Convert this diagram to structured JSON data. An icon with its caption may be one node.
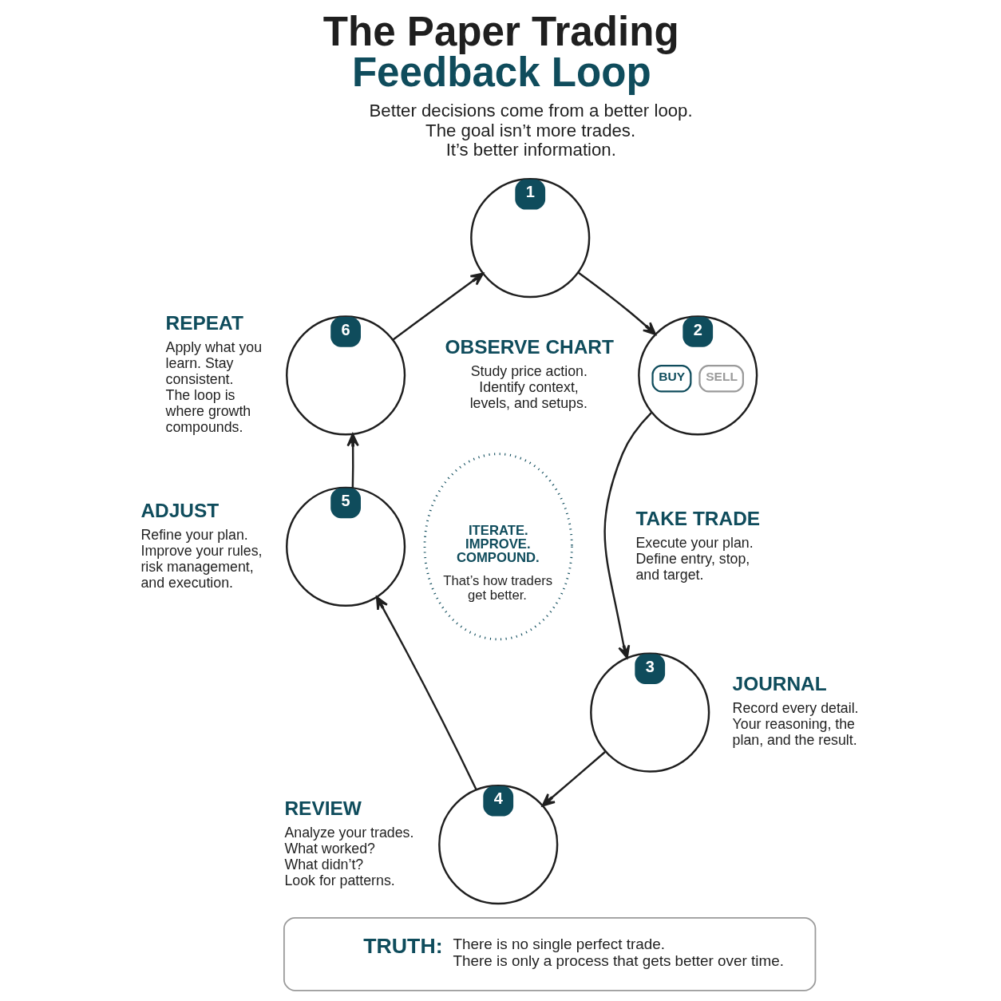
{
  "diagram": {
    "title": "The Paper Trading Feedback Loop",
    "nodes": [
      {
        "text": [
          "1"
        ],
        "beside": [
          "OBSERVE CHART",
          "Study price action. Identify context, levels, and setups."
        ]
      },
      {
        "text": [
          "2",
          "BUY",
          "SELL"
        ],
        "beside": [
          "TAKE TRADE",
          "Execute your plan. Define entry, stop, and target."
        ]
      },
      {
        "text": [
          "3"
        ],
        "beside": [
          "JOURNAL",
          "Record every detail. Your reasoning, the plan, and the result."
        ]
      },
      {
        "text": [
          "4"
        ],
        "beside": [
          "REVIEW",
          "Analyze your trades. What worked? What didn’t? Look for patterns."
        ]
      },
      {
        "text": [
          "5"
        ],
        "beside": [
          "ADJUST",
          "Refine your plan. Improve your rules, risk management, and execution."
        ]
      },
      {
        "text": [
          "6"
        ],
        "beside": [
          "REPEAT",
          "Apply what you learn. Stay consistent. The loop is where growth compounds."
        ]
      },
      {
        "text": [
          "ITERATE. IMPROVE. COMPOUND.",
          "That’s how traders get better."
        ]
      },
      {
        "text": [
          "TRUTH:",
          "There is no single perfect trade. There is only a process that gets better over time."
        ]
      }
    ],
    "edges": [
      {
        "from": 0,
        "to": 1,
        "arrow": "to"
      },
      {
        "from": 1,
        "to": 2,
        "arrow": "to"
      },
      {
        "from": 2,
        "to": 3,
        "arrow": "to"
      },
      {
        "from": 3,
        "to": 4,
        "arrow": "to"
      },
      {
        "from": 4,
        "to": 5,
        "arrow": "to"
      },
      {
        "from": 5,
        "to": 0,
        "arrow": "to"
      }
    ],
    "labels": [
      "Better decisions come from a better loop. The goal isn’t more trades. It’s better information."
    ]
  }
}
